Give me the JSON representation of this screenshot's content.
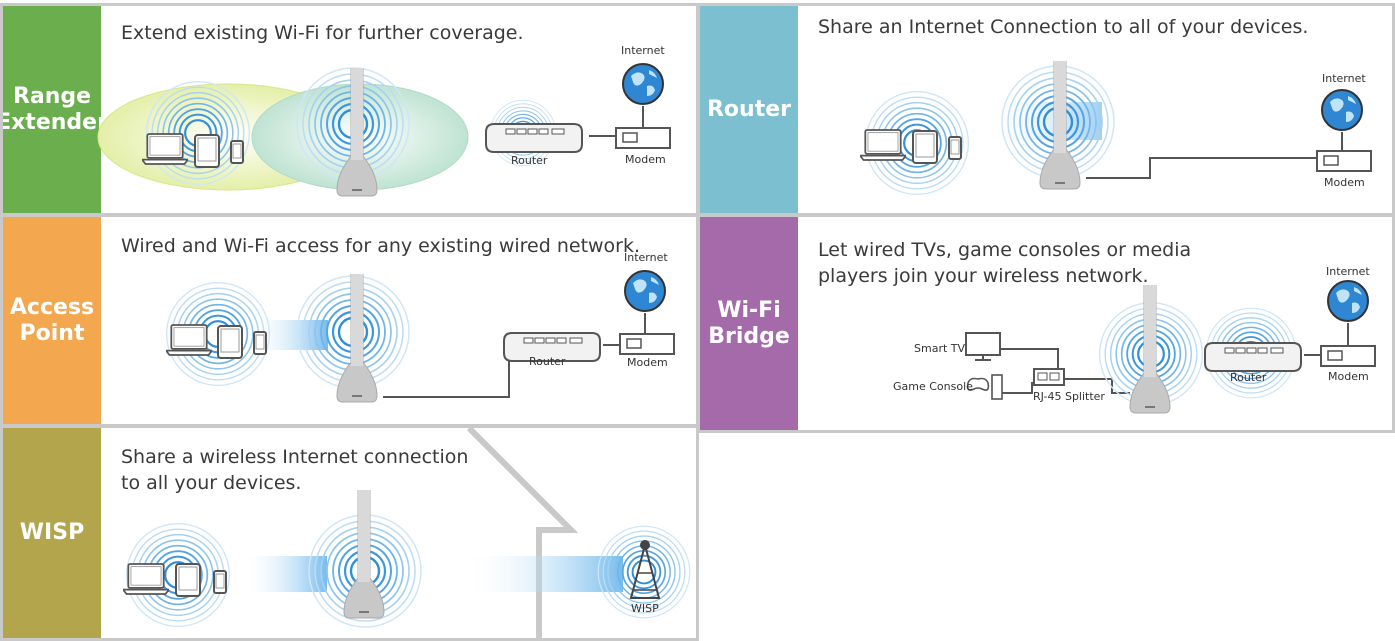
{
  "colors": {
    "range_extender": "#6bae4d",
    "access_point": "#f3a84f",
    "wisp": "#b2a54b",
    "router": "#7cbfd0",
    "wifi_bridge": "#a46aaa",
    "wifi_blue": "#2f8fd8"
  },
  "panels": {
    "range_extender": {
      "label_line1": "Range",
      "label_line2": "Extender",
      "description": "Extend existing Wi-Fi for further coverage.",
      "internet": "Internet",
      "router": "Router",
      "modem": "Modem"
    },
    "access_point": {
      "label_line1": "Access",
      "label_line2": "Point",
      "description": "Wired and Wi-Fi access for any existing wired network.",
      "internet": "Internet",
      "router": "Router",
      "modem": "Modem"
    },
    "wisp": {
      "label_line1": "WISP",
      "description_line1": "Share a wireless Internet connection",
      "description_line2": "to all your devices.",
      "tower": "WISP"
    },
    "router": {
      "label_line1": "Router",
      "description": "Share an Internet Connection to all of your devices.",
      "internet": "Internet",
      "modem": "Modem"
    },
    "wifi_bridge": {
      "label_line1": "Wi-Fi",
      "label_line2": "Bridge",
      "description_line1": "Let wired TVs, game consoles or media",
      "description_line2": "players join your wireless network.",
      "internet": "Internet",
      "smart_tv": "Smart TV",
      "game_console": "Game Console",
      "splitter": "RJ-45 Splitter",
      "router": "Router",
      "modem": "Modem"
    }
  }
}
